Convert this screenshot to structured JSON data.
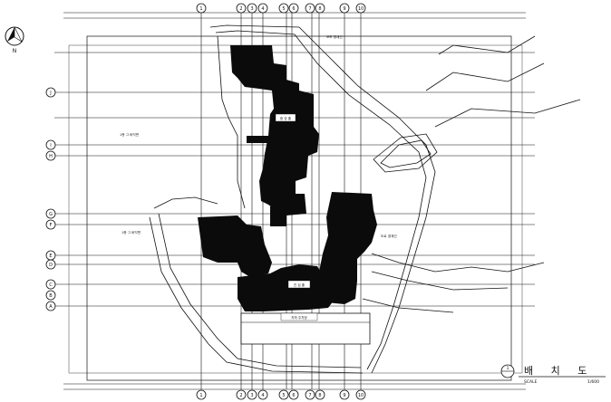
{
  "title": "배 치 도",
  "scale_label": "SCALE",
  "scale_value": "1/600",
  "detail_number": "1",
  "top_bubbles": [
    "1",
    "2",
    "3",
    "4",
    "5",
    "6",
    "7",
    "8",
    "9",
    "10"
  ],
  "left_bubbles": [
    "J",
    "I",
    "H",
    "G",
    "F",
    "E",
    "D",
    "C",
    "B",
    "A"
  ],
  "north_label": "N",
  "building_labels": [
    "중 앙 홀",
    "진 입 홀",
    "지하 주차장"
  ],
  "annotations": [
    "1층 그 바닥면",
    "1층 그 바닥면",
    "보도 경계선",
    "도로 경계선"
  ]
}
